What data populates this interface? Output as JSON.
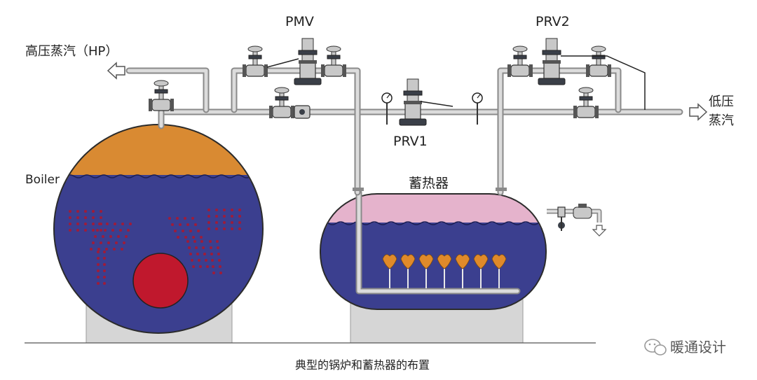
{
  "labels": {
    "pmv": "PMV",
    "prv2": "PRV2",
    "prv1": "PRV1",
    "hp_steam": "高压蒸汽（HP）",
    "lp_steam_line1": "低压",
    "lp_steam_line2": "蒸汽",
    "boiler": "Boiler",
    "accumulator": "蓄热器",
    "caption": "典型的锅炉和蓄热器的布置",
    "watermark": "暖通设计"
  },
  "colors": {
    "water": "#3b3f8f",
    "boiler_steam": "#d98a32",
    "accumulator_steam": "#e5b3cc",
    "furnace": "#c0182d",
    "tube_dots": "#9e1c3a",
    "nozzles": "#e08a2a",
    "pipe": "#8a8a8a",
    "support": "#d6d6d6"
  },
  "icons": [
    "arrow-left-icon",
    "arrow-right-icon",
    "arrow-down-icon",
    "pressure-gauge-icon",
    "wechat-icon"
  ]
}
